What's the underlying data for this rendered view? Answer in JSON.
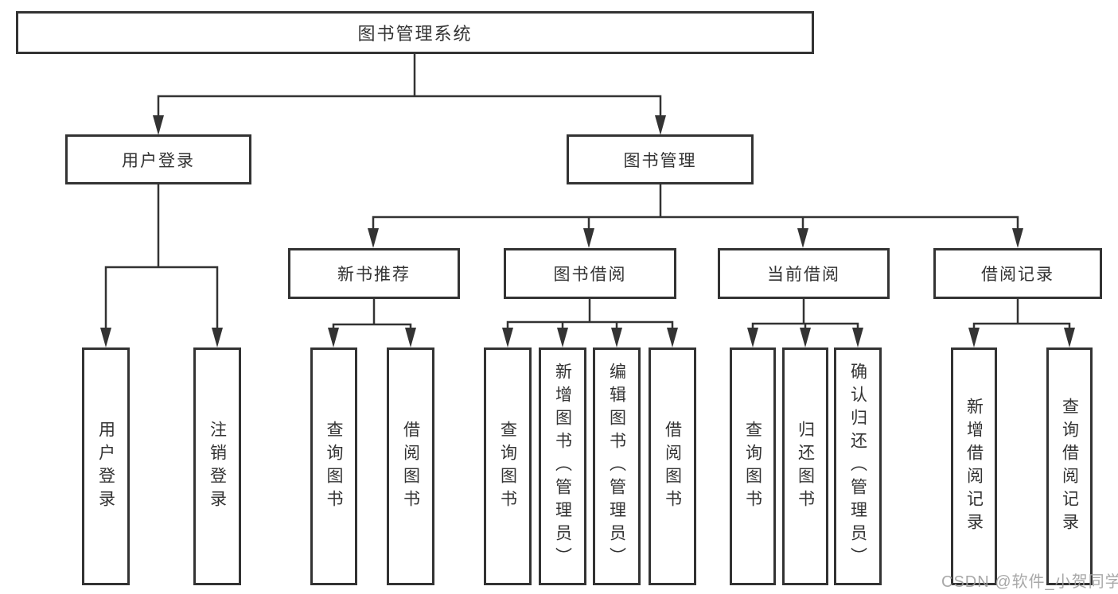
{
  "diagram_title": "图书管理系统",
  "colors": {
    "line": "#333333",
    "box_border": "#333333",
    "box_fill": "#ffffff",
    "text": "#333333",
    "watermark": "#9e9e9e",
    "background": "#ffffff"
  },
  "tree": {
    "root": {
      "label": "图书管理系统"
    },
    "branches": [
      {
        "label": "用户登录",
        "children": [
          {
            "label": "用户登录"
          },
          {
            "label": "注销登录"
          }
        ]
      },
      {
        "label": "图书管理",
        "children": [
          {
            "label": "新书推荐",
            "children": [
              {
                "label": "查询图书"
              },
              {
                "label": "借阅图书"
              }
            ]
          },
          {
            "label": "图书借阅",
            "children": [
              {
                "label": "查询图书"
              },
              {
                "label": "新增图书（管理员）"
              },
              {
                "label": "编辑图书（管理员）"
              },
              {
                "label": "借阅图书"
              }
            ]
          },
          {
            "label": "当前借阅",
            "children": [
              {
                "label": "查询图书"
              },
              {
                "label": "归还图书"
              },
              {
                "label": "确认归还（管理员）"
              }
            ]
          },
          {
            "label": "借阅记录",
            "children": [
              {
                "label": "新增借阅记录"
              },
              {
                "label": "查询借阅记录"
              }
            ]
          }
        ]
      }
    ]
  },
  "watermark": {
    "text": "CSDN @软件_小贺同学"
  }
}
